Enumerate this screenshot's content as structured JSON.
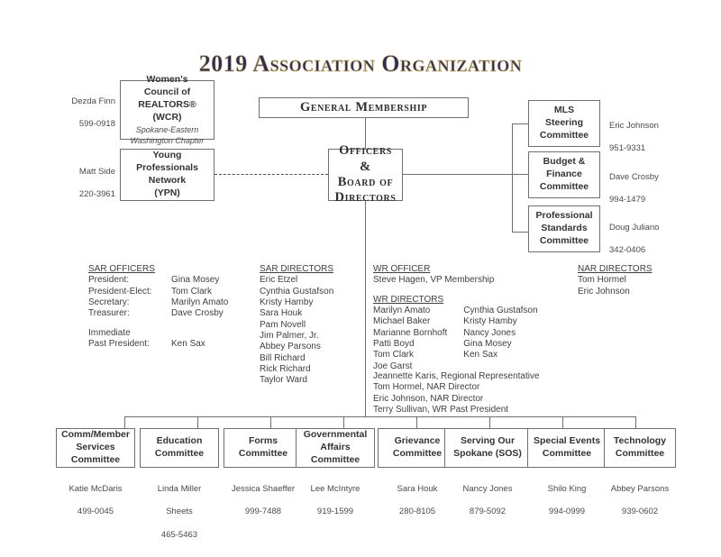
{
  "document": {
    "title": "2019 Association Organization"
  },
  "affiliate_boxes": [
    {
      "id": "wcr",
      "title_lines": [
        "Women's",
        "Council of",
        "REALTORS® (WCR)"
      ],
      "subtitle_lines": [
        "Spokane-Eastern",
        "Washington Chapter"
      ],
      "contact": {
        "name": "Dezda Finn",
        "phone": "599-0918"
      }
    },
    {
      "id": "ypn",
      "title_lines": [
        "Young",
        "Professionals",
        "Network",
        "(YPN)"
      ],
      "subtitle_lines": [],
      "contact": {
        "name": "Matt Side",
        "phone": "220-3961"
      }
    }
  ],
  "core_boxes": {
    "general_membership": {
      "label": "General Membership"
    },
    "officers_board": {
      "lines": [
        "Officers &",
        "Board of",
        "Directors"
      ]
    }
  },
  "standing_committees": [
    {
      "id": "mls-steering",
      "lines": [
        "MLS",
        "Steering",
        "Committee"
      ],
      "contact": {
        "name": "Eric Johnson",
        "phone": "951-9331"
      }
    },
    {
      "id": "budget-finance",
      "lines": [
        "Budget &",
        "Finance",
        "Committee"
      ],
      "contact": {
        "name": "Dave Crosby",
        "phone": "994-1479"
      }
    },
    {
      "id": "professional-standards",
      "lines": [
        "Professional",
        "Standards",
        "Committee"
      ],
      "contact": {
        "name": "Doug Juliano",
        "phone": "342-0406"
      }
    }
  ],
  "rosters": {
    "sar_officers": {
      "heading": "SAR OFFICERS",
      "entries": [
        {
          "role": "President:",
          "name": "Gina Mosey"
        },
        {
          "role": "President-Elect:",
          "name": "Tom Clark"
        },
        {
          "role": "Secretary:",
          "name": "Marilyn Amato"
        },
        {
          "role": "Treasurer:",
          "name": "Dave Crosby"
        }
      ],
      "immediate_label": "Immediate",
      "past_president": {
        "role": "Past President:",
        "name": "Ken Sax"
      }
    },
    "sar_directors": {
      "heading": "SAR DIRECTORS",
      "names": [
        "Eric Etzel",
        "Cynthia Gustafson",
        "Kristy Hamby",
        "Sara Houk",
        "Pam Novell",
        "Jim Palmer, Jr.",
        "Abbey Parsons",
        "Bill Richard",
        "Rick Richard",
        "Taylor Ward"
      ]
    },
    "wr_officer": {
      "heading": "WR OFFICER",
      "entry": "Steve Hagen, VP Membership"
    },
    "wr_directors": {
      "heading": "WR DIRECTORS",
      "column_left": [
        "Marilyn Amato",
        "Michael Baker",
        "Marianne Bornhoft",
        "Patti Boyd",
        "Tom Clark",
        "Joe Garst"
      ],
      "column_right": [
        "Cynthia Gustafson",
        "Kristy Hamby",
        "Nancy Jones",
        "Gina Mosey",
        "Ken Sax"
      ]
    },
    "national_roles": [
      "Jeannette Karis, Regional Representative",
      "Tom Hormel, NAR Director",
      "Eric Johnson, NAR Director",
      "Terry Sullivan, WR Past President"
    ],
    "nar_directors": {
      "heading": "NAR DIRECTORS",
      "names": [
        "Tom Hormel",
        "Eric Johnson"
      ]
    }
  },
  "bottom_committees": [
    {
      "id": "comm-member-services",
      "lines": [
        "Comm/Member",
        "Services",
        "Committee"
      ],
      "contact": {
        "name_lines": [
          "Katie McDaris"
        ],
        "phone": "499-0045"
      }
    },
    {
      "id": "education",
      "lines": [
        "Education",
        "Committee"
      ],
      "contact": {
        "name_lines": [
          "Linda Miller",
          "Sheets"
        ],
        "phone": "465-5463"
      }
    },
    {
      "id": "forms",
      "lines": [
        "Forms",
        "Committee"
      ],
      "contact": {
        "name_lines": [
          "Jessica Shaeffer"
        ],
        "phone": "999-7488"
      }
    },
    {
      "id": "governmental-affairs",
      "lines": [
        "Governmental",
        "Affairs",
        "Committee"
      ],
      "contact": {
        "name_lines": [
          "Lee McIntyre"
        ],
        "phone": "919-1599"
      }
    },
    {
      "id": "grievance",
      "lines": [
        "Grievance",
        "Committee"
      ],
      "contact": {
        "name_lines": [
          "Sara Houk"
        ],
        "phone": "280-8105"
      }
    },
    {
      "id": "serving-our-spokane",
      "lines": [
        "Serving Our",
        "Spokane (SOS)"
      ],
      "contact": {
        "name_lines": [
          "Nancy Jones"
        ],
        "phone": "879-5092"
      }
    },
    {
      "id": "special-events",
      "lines": [
        "Special Events",
        "Committee"
      ],
      "contact": {
        "name_lines": [
          "Shilo King"
        ],
        "phone": "994-0999"
      }
    },
    {
      "id": "technology",
      "lines": [
        "Technology",
        "Committee"
      ],
      "contact": {
        "name_lines": [
          "Abbey Parsons"
        ],
        "phone": "939-0602"
      }
    }
  ],
  "colors": {
    "title_fill": "#2b2a5e",
    "title_outline": "#c9ae6a",
    "box_border": "#6f6f6f",
    "text": "#3a3a3a",
    "background": "#ffffff"
  }
}
